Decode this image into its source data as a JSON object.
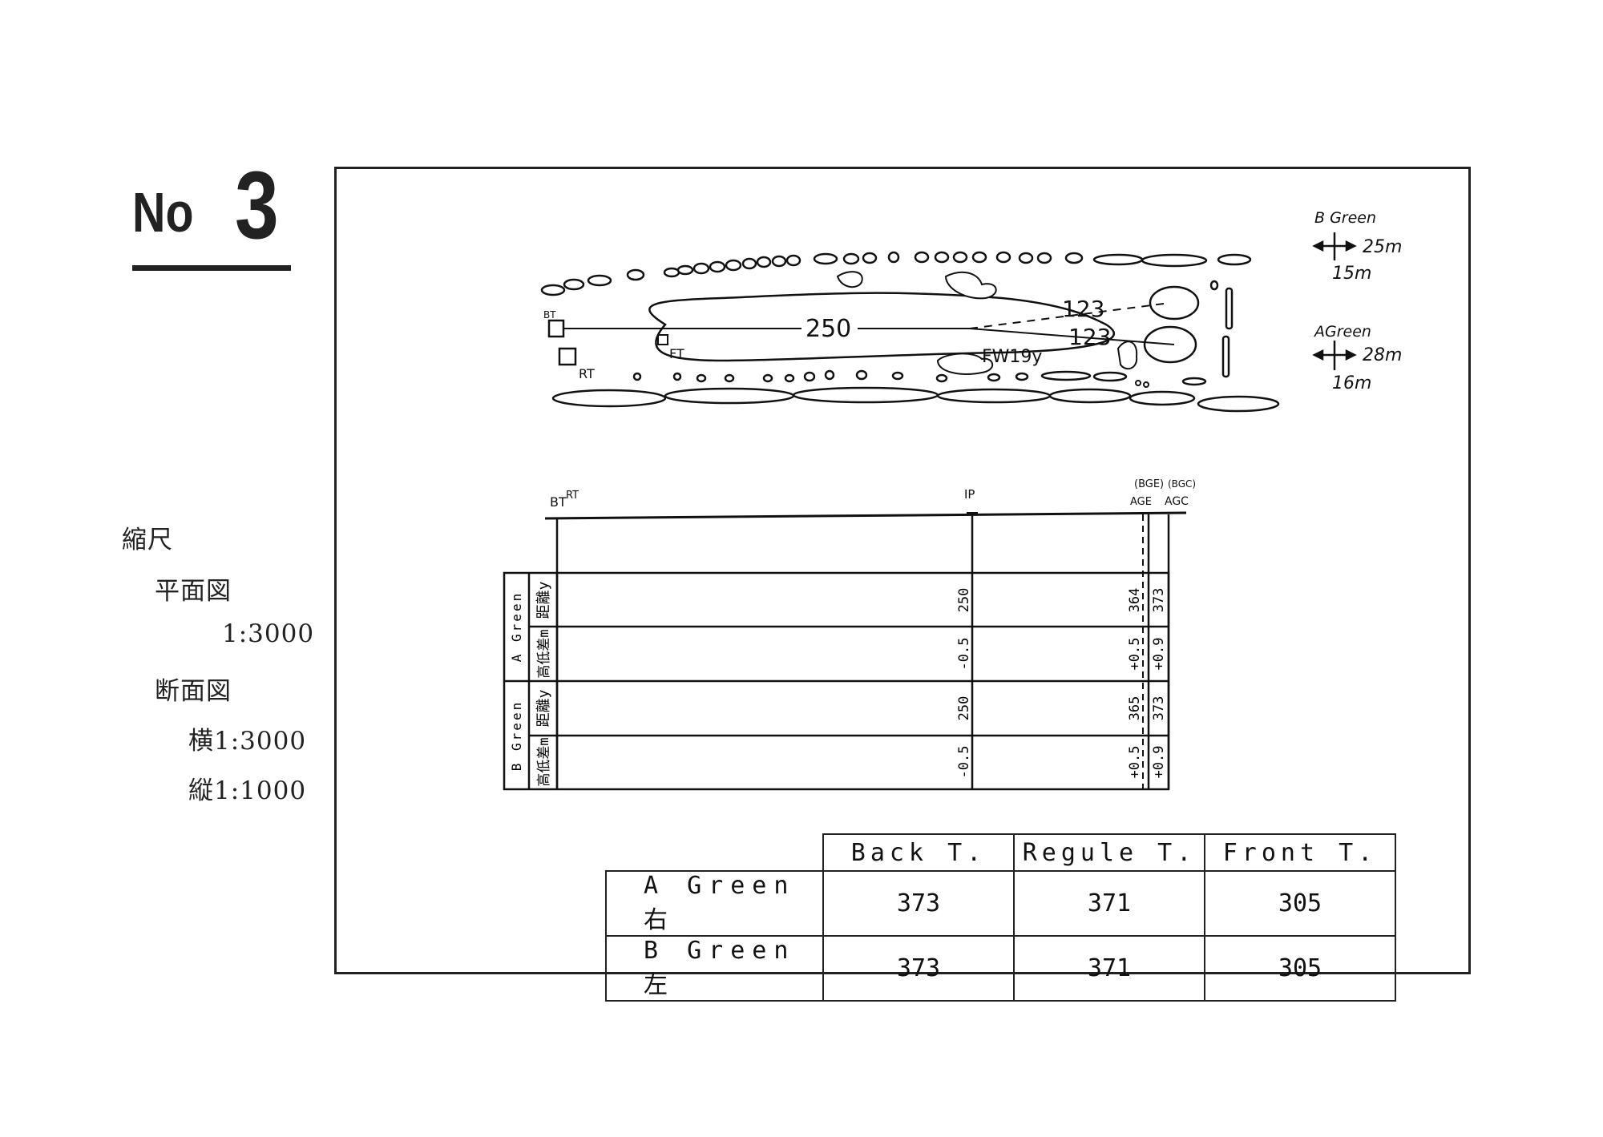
{
  "hole": {
    "label": "No",
    "number": "3"
  },
  "scale": {
    "title": "縮尺",
    "plan_label": "平面図",
    "plan_ratio": "1:3000",
    "section_label": "断面図",
    "horizontal": "横1:3000",
    "vertical": "縦1:1000"
  },
  "plan": {
    "center_distance": "250",
    "a_green_distance": "123",
    "b_green_distance": "123",
    "fairway_width": "FW19y",
    "bt": "BT",
    "rt": "RT",
    "ft": "FT"
  },
  "green_sizes": {
    "b_green": {
      "label": "B Green",
      "depth": "25m",
      "width": "15m"
    },
    "a_green": {
      "label": "AGreen",
      "depth": "28m",
      "width": "16m"
    }
  },
  "profile": {
    "labels": {
      "bt": "BT",
      "rt": "RT",
      "ip": "IP",
      "bge": "(BGE)",
      "bgc": "(BGC)",
      "age": "AGE",
      "agc": "AGC"
    },
    "a_green": {
      "group_label": "A Green",
      "distance_label": "距離y",
      "elevation_label": "高低差m",
      "distances": [
        "250",
        "364",
        "373"
      ],
      "elevations": [
        "-0.5",
        "+0.5",
        "+0.9"
      ]
    },
    "b_green": {
      "group_label": "B Green",
      "distance_label": "距離y",
      "elevation_label": "高低差m",
      "distances": [
        "250",
        "365",
        "373"
      ],
      "elevations": [
        "-0.5",
        "+0.5",
        "+0.9"
      ]
    }
  },
  "yardage": {
    "headers": [
      "Back T.",
      "Regule T.",
      "Front T."
    ],
    "rows": [
      {
        "label": "A Green 右",
        "values": [
          "373",
          "371",
          "305"
        ]
      },
      {
        "label": "B Green 左",
        "values": [
          "373",
          "371",
          "305"
        ]
      }
    ]
  }
}
